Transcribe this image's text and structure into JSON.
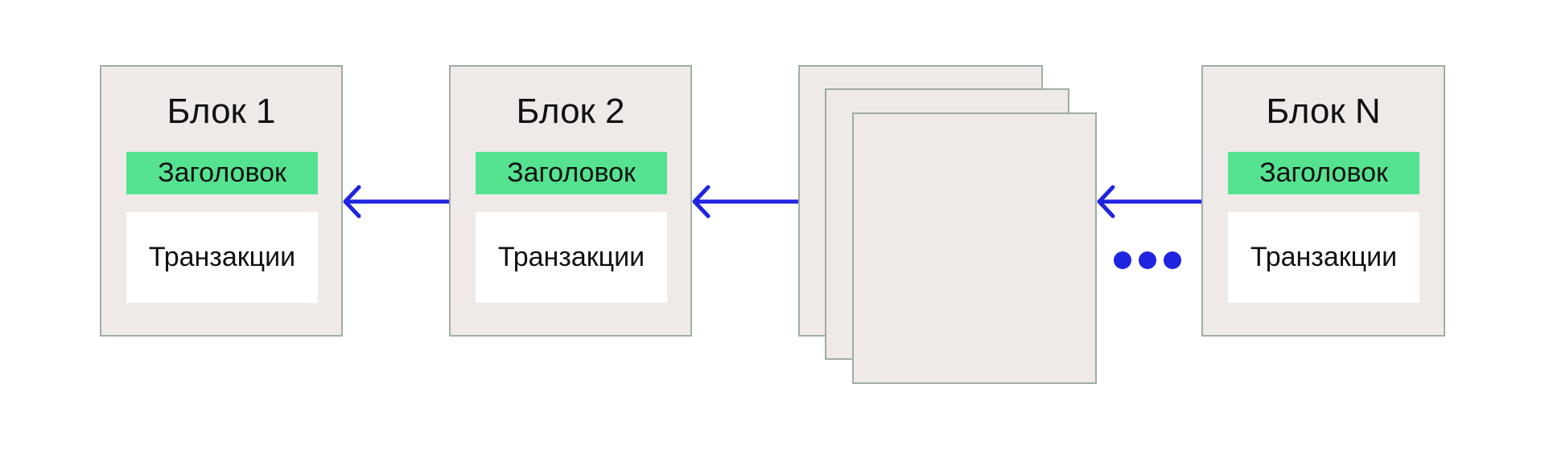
{
  "diagram": {
    "blocks": [
      {
        "title": "Блок 1",
        "header": "Заголовок",
        "body": "Транзакции"
      },
      {
        "title": "Блок 2",
        "header": "Заголовок",
        "body": "Транзакции"
      },
      {
        "title": "Блок N",
        "header": "Заголовок",
        "body": "Транзакции"
      }
    ],
    "colors": {
      "block_fill": "#efeae7",
      "block_border": "#9eaea4",
      "header_fill": "#55e391",
      "arrow": "#1f24e0"
    }
  }
}
